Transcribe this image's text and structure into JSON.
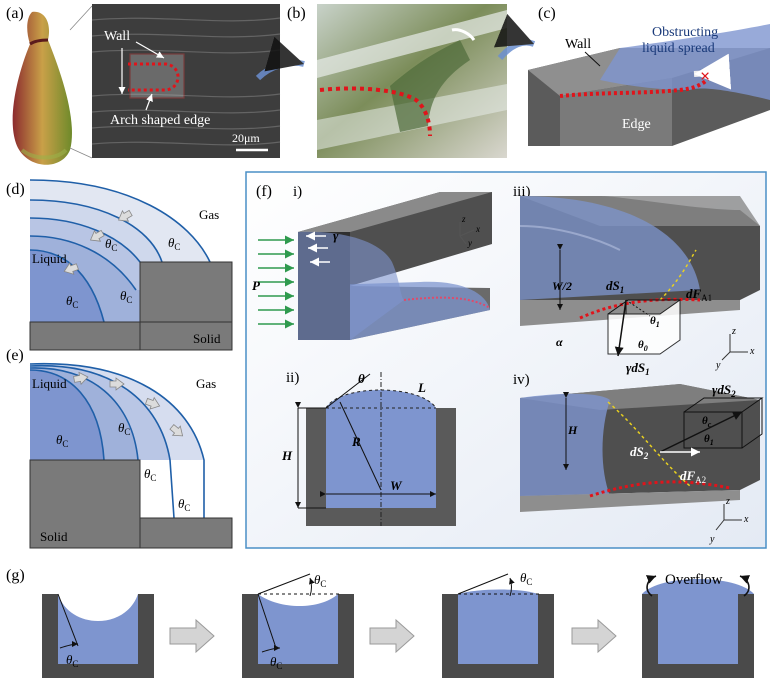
{
  "panels": {
    "a": {
      "label": "(a)",
      "wall": "Wall",
      "edge": "Arch shaped edge",
      "scale": "20μm"
    },
    "b": {
      "label": "(b)"
    },
    "c": {
      "label": "(c)",
      "wall": "Wall",
      "obstruct_1": "Obstructing",
      "obstruct_2": "liquid spread",
      "edge": "Edge"
    },
    "d": {
      "label": "(d)",
      "gas": "Gas",
      "liquid": "Liquid",
      "solid": "Solid",
      "theta": "θ",
      "sub": "C"
    },
    "e": {
      "label": "(e)",
      "gas": "Gas",
      "liquid": "Liquid",
      "solid": "Solid",
      "theta": "θ",
      "sub": "C"
    },
    "f": {
      "label": "(f)",
      "i": "i)",
      "ii": "ii)",
      "iii": "iii)",
      "iv": "iv)",
      "gamma": "γ",
      "P": "P",
      "theta": "θ",
      "L": "L",
      "R": "R",
      "H": "H",
      "W": "W",
      "W2": "W/2",
      "alpha": "α",
      "dS": "dS",
      "dF": "dF",
      "gdS": "γdS",
      "s1": "1",
      "s2": "2",
      "A1": "A1",
      "A2": "A2",
      "th0": "0",
      "th1": "1",
      "thc": "c",
      "x": "x",
      "y": "y",
      "z": "z"
    },
    "g": {
      "label": "(g)",
      "theta": "θ",
      "sub": "C",
      "overflow": "Overflow"
    }
  },
  "colors": {
    "liquid": "#7e95cf",
    "liquid_light": "#c5d0ea",
    "solid": "#4a4a4a",
    "solid_d": "#8a8a8a",
    "edge_red": "#e0141b",
    "panel_border": "#4a8fc6",
    "arrow_grey": "#b8b8b8",
    "curve_blue": "#1f5fa8"
  }
}
